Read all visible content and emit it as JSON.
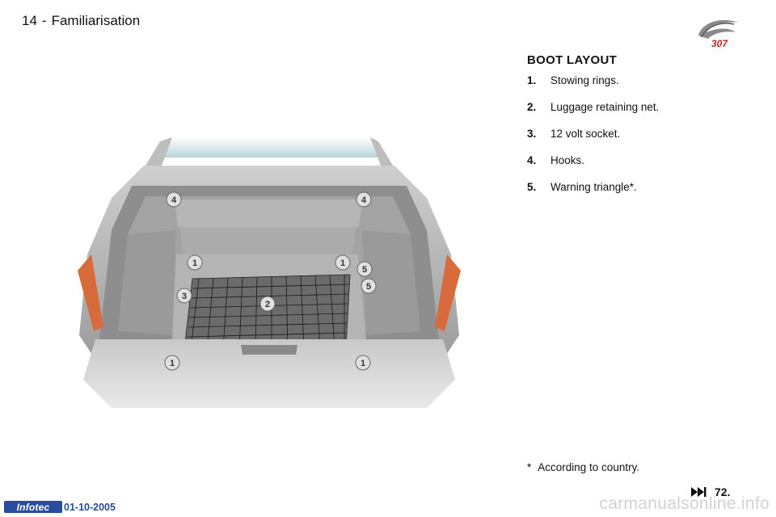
{
  "header": {
    "page_number": "14",
    "separator": "-",
    "section": "Familiarisation"
  },
  "logo": {
    "text": "307",
    "colors": {
      "swoosh": "#8a8a8a",
      "text": "#c8251c"
    }
  },
  "boot_layout": {
    "title": "BOOT LAYOUT",
    "items": [
      {
        "num": "1.",
        "label": "Stowing rings."
      },
      {
        "num": "2.",
        "label": "Luggage retaining net."
      },
      {
        "num": "3.",
        "label": "12 volt socket."
      },
      {
        "num": "4.",
        "label": "Hooks."
      },
      {
        "num": "5.",
        "label": "Warning triangle*."
      }
    ]
  },
  "illustration": {
    "callouts": [
      {
        "label": "4"
      },
      {
        "label": "4"
      },
      {
        "label": "1"
      },
      {
        "label": "1"
      },
      {
        "label": "5"
      },
      {
        "label": "5"
      },
      {
        "label": "3"
      },
      {
        "label": "2"
      },
      {
        "label": "1"
      },
      {
        "label": "1"
      }
    ]
  },
  "footnote": {
    "marker": "*",
    "text": "According to country."
  },
  "crossref": {
    "icon": "fast-forward-icon",
    "page": "72",
    "suffix": "."
  },
  "footer": {
    "badge": "Infotec",
    "date": "01-10-2005",
    "watermark": "carmanualsonline.info",
    "badge_color": "#2a4c9c"
  }
}
